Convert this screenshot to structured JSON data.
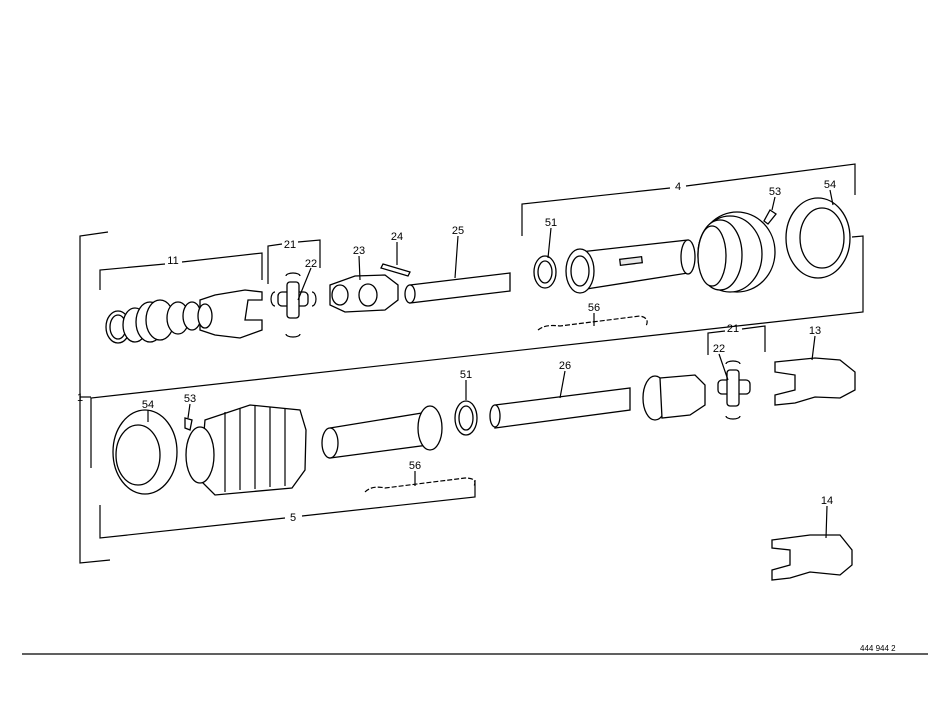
{
  "diagram": {
    "type": "exploded parts drawing",
    "drawing_number": "444 944 2",
    "labels": {
      "l1": "1",
      "l4": "4",
      "l5": "5",
      "l11": "11",
      "l13": "13",
      "l14": "14",
      "l21a": "21",
      "l21b": "21",
      "l22a": "22",
      "l22b": "22",
      "l23": "23",
      "l24": "24",
      "l25": "25",
      "l26": "26",
      "l51a": "51",
      "l51b": "51",
      "l53a": "53",
      "l53b": "53",
      "l54a": "54",
      "l54b": "54",
      "l56a": "56",
      "l56b": "56"
    }
  }
}
